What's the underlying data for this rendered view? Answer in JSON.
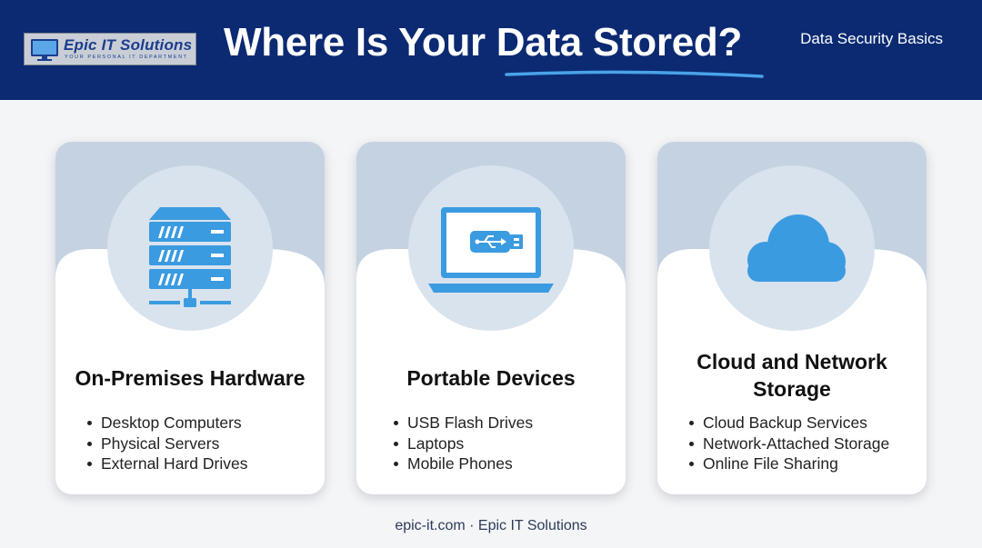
{
  "header": {
    "logo": {
      "name": "Epic IT Solutions",
      "tagline": "YOUR PERSONAL IT DEPARTMENT",
      "icon": "monitor-logo-icon"
    },
    "title": "Where Is Your Data Stored?",
    "series_label": "Data Security Basics"
  },
  "cards": [
    {
      "icon": "server-rack-icon",
      "title": "On-Premises Hardware",
      "items": [
        "Desktop Computers",
        "Physical Servers",
        "External Hard Drives"
      ]
    },
    {
      "icon": "laptop-usb-icon",
      "title": "Portable Devices",
      "items": [
        "USB Flash Drives",
        "Laptops",
        "Mobile Phones"
      ]
    },
    {
      "icon": "cloud-icon",
      "title": "Cloud and Network Storage",
      "items": [
        "Cloud Backup Services",
        "Network-Attached Storage",
        "Online File Sharing"
      ]
    }
  ],
  "footer": "epic-it.com · Epic IT Solutions",
  "colors": {
    "header_bg": "#0b2a72",
    "accent_blue": "#3b9be0",
    "underline": "#4aa3e8",
    "card_band": "#c5d2e2",
    "icon_circle": "#d9e3ee"
  }
}
